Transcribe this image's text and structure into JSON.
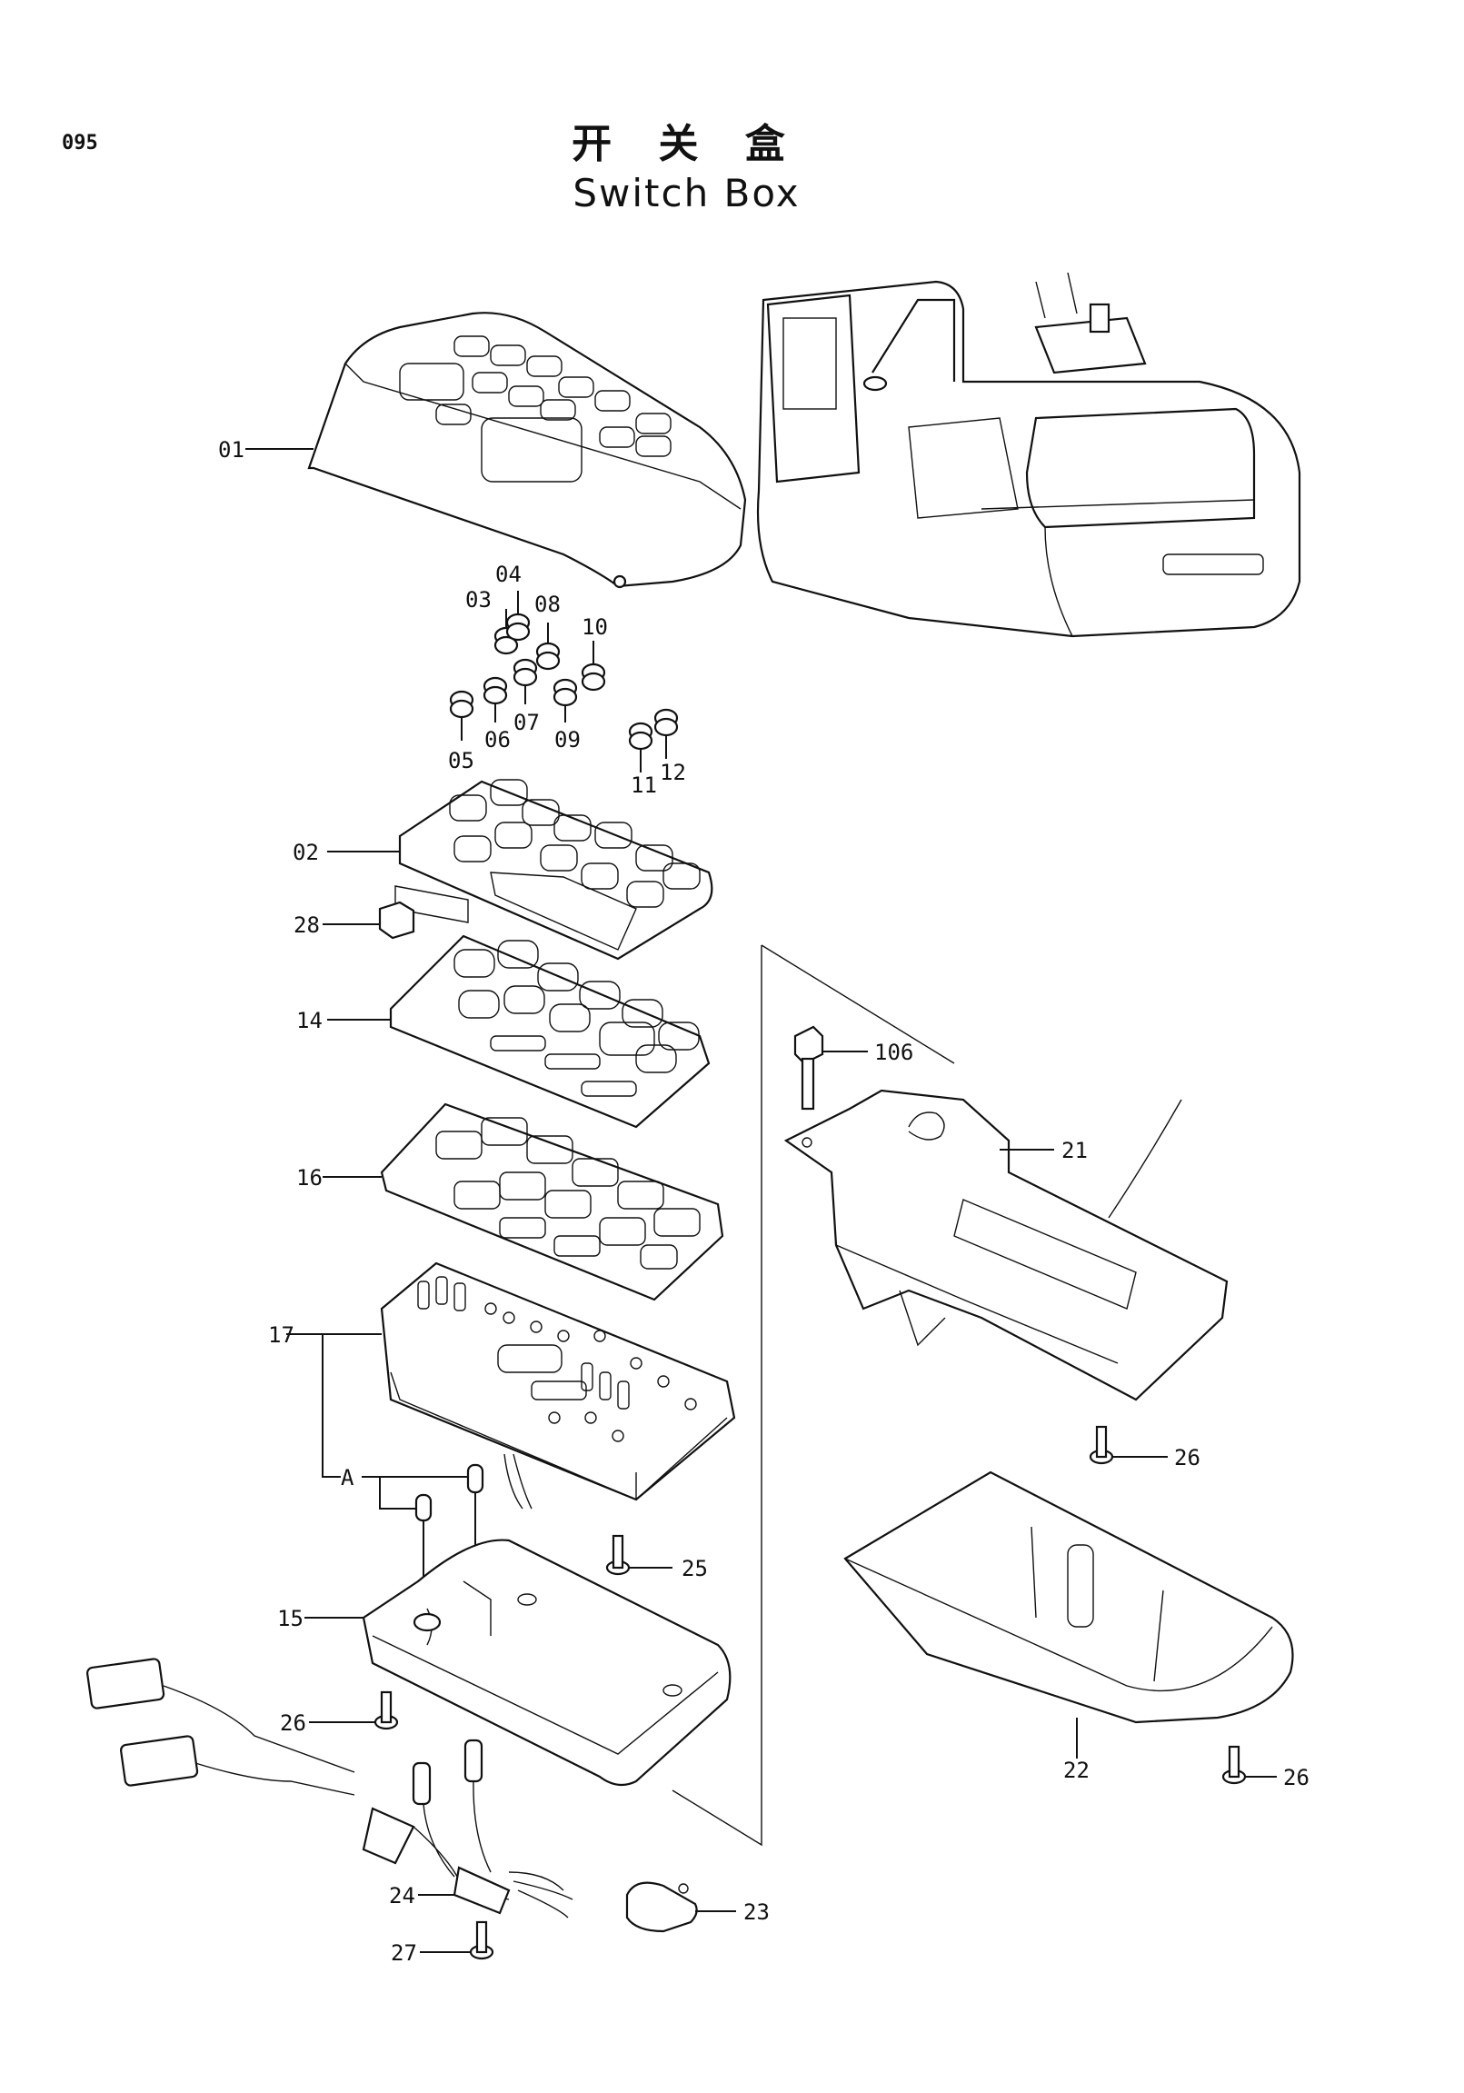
{
  "page": {
    "number": "095"
  },
  "title": {
    "chinese": "开 关 盒",
    "english": "Switch Box"
  },
  "callouts": {
    "c01": "01",
    "c02": "02",
    "c03": "03",
    "c04": "04",
    "c05": "05",
    "c06": "06",
    "c07": "07",
    "c08": "08",
    "c09": "09",
    "c10": "10",
    "c11": "11",
    "c12": "12",
    "c14": "14",
    "c15": "15",
    "c16": "16",
    "c17": "17",
    "cA": "A",
    "c21": "21",
    "c22": "22",
    "c23": "23",
    "c24": "24",
    "c25": "25",
    "c26a": "26",
    "c26b": "26",
    "c26c": "26",
    "c27": "27",
    "c28": "28",
    "c106": "106"
  }
}
